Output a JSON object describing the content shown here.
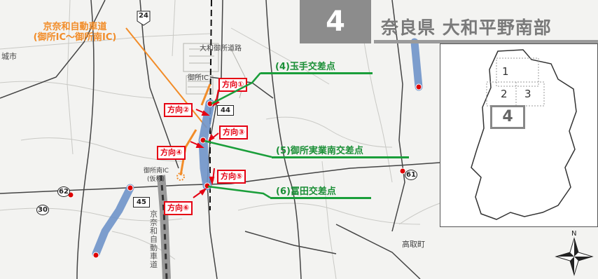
{
  "header": {
    "map_number": "4",
    "title": "奈良県 大和平野南部"
  },
  "expressway": {
    "name": "京奈和自動車道",
    "section": "(御所IC～御所南IC)",
    "vertical_label": [
      "京",
      "奈",
      "和",
      "自",
      "動",
      "車",
      "道"
    ]
  },
  "directions": [
    "方向①",
    "方向②",
    "方向③",
    "方向④",
    "方向⑤",
    "方向⑥"
  ],
  "intersections": [
    "(4)玉手交差点",
    "(5)御所実業南交差点",
    "(6)冨田交差点"
  ],
  "place_names": {
    "left_city": "城市",
    "road_name": "大和御所道路",
    "gose_ic": "御所IC",
    "gose_minami_ic": "御所南IC",
    "gose_minami_ic_note": "(仮称)",
    "takatori": "高取町"
  },
  "route_numbers": [
    "24",
    "44",
    "45",
    "61",
    "62",
    "30"
  ],
  "inset": {
    "area_numbers": [
      "1",
      "2",
      "3"
    ],
    "selected_area": "4",
    "compass": "N"
  },
  "colors": {
    "direction_red": "#e50012",
    "intersection_green": "#1a9e3a",
    "expressway_orange": "#f28c28",
    "section_blue": "#6f93c9"
  }
}
